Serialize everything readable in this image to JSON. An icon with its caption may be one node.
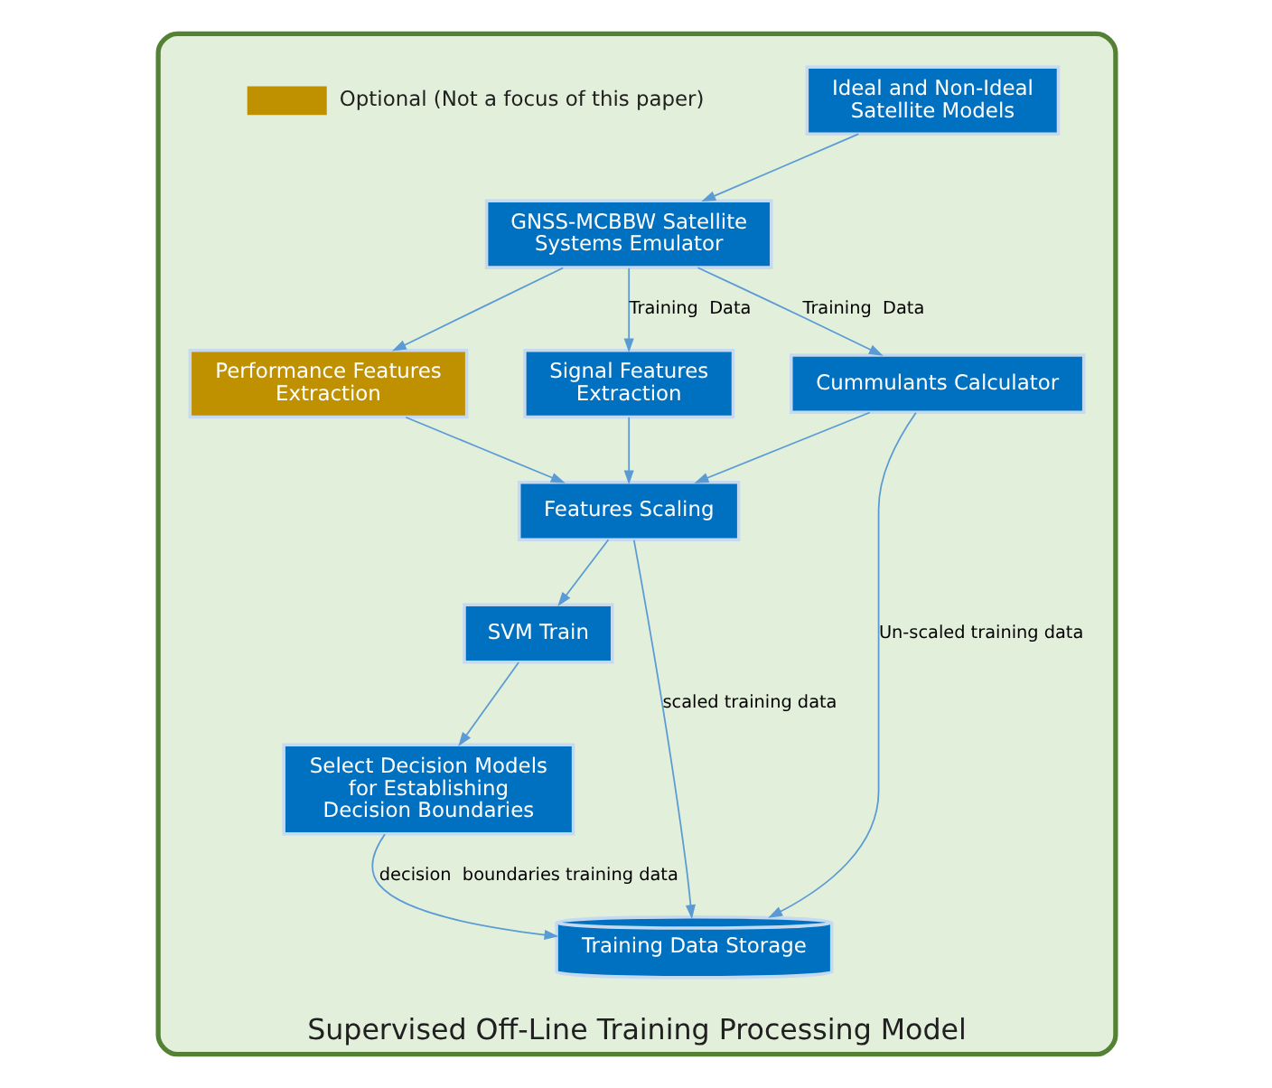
{
  "diagram": {
    "nodes": [
      {
        "text": [
          "Supervised Off-Line Training Processing Model"
        ]
      },
      {
        "text": [
          "Ideal and Non-Ideal Satellite Models"
        ],
        "in": 0
      },
      {
        "text": [
          "GNSS-MCBBW Satellite Systems Emulator"
        ],
        "in": 0
      },
      {
        "text": [
          "Performance Features Extraction"
        ],
        "in": 0
      },
      {
        "text": [
          "Signal Features Extraction"
        ],
        "in": 0
      },
      {
        "text": [
          "Cummulants Calculator"
        ],
        "in": 0
      },
      {
        "text": [
          "Features Scaling"
        ],
        "in": 0
      },
      {
        "text": [
          "SVM Train"
        ],
        "in": 0
      },
      {
        "text": [
          "Select Decision Models for Establishing Decision Boundaries"
        ],
        "in": 0
      },
      {
        "text": [
          "Training Data Storage"
        ],
        "in": 0
      }
    ],
    "edges": [
      {
        "from": 1,
        "to": 2,
        "arrow": "to"
      },
      {
        "from": 2,
        "to": 4,
        "arrow": "to",
        "label": "Training  Data"
      },
      {
        "from": 2,
        "to": 3,
        "arrow": "to"
      },
      {
        "from": 2,
        "to": 5,
        "arrow": "to",
        "label": "Training  Data"
      },
      {
        "from": 3,
        "to": 6,
        "arrow": "to"
      },
      {
        "from": 4,
        "to": 6,
        "arrow": "to"
      },
      {
        "from": 5,
        "to": 6,
        "arrow": "to"
      },
      {
        "from": 6,
        "to": 7,
        "arrow": "to"
      },
      {
        "from": 6,
        "to": 9,
        "arrow": "to",
        "label": "scaled training data"
      },
      {
        "from": 7,
        "to": 8,
        "arrow": "to"
      },
      {
        "from": 8,
        "to": 9,
        "arrow": "to",
        "label": "decision  boundaries training data"
      },
      {
        "from": 5,
        "to": 9,
        "arrow": "to",
        "label": "Un-scaled training data"
      }
    ],
    "legend": [
      {
        "text": "Optional (Not a focus of this paper)",
        "color": "#bf9000"
      }
    ]
  }
}
